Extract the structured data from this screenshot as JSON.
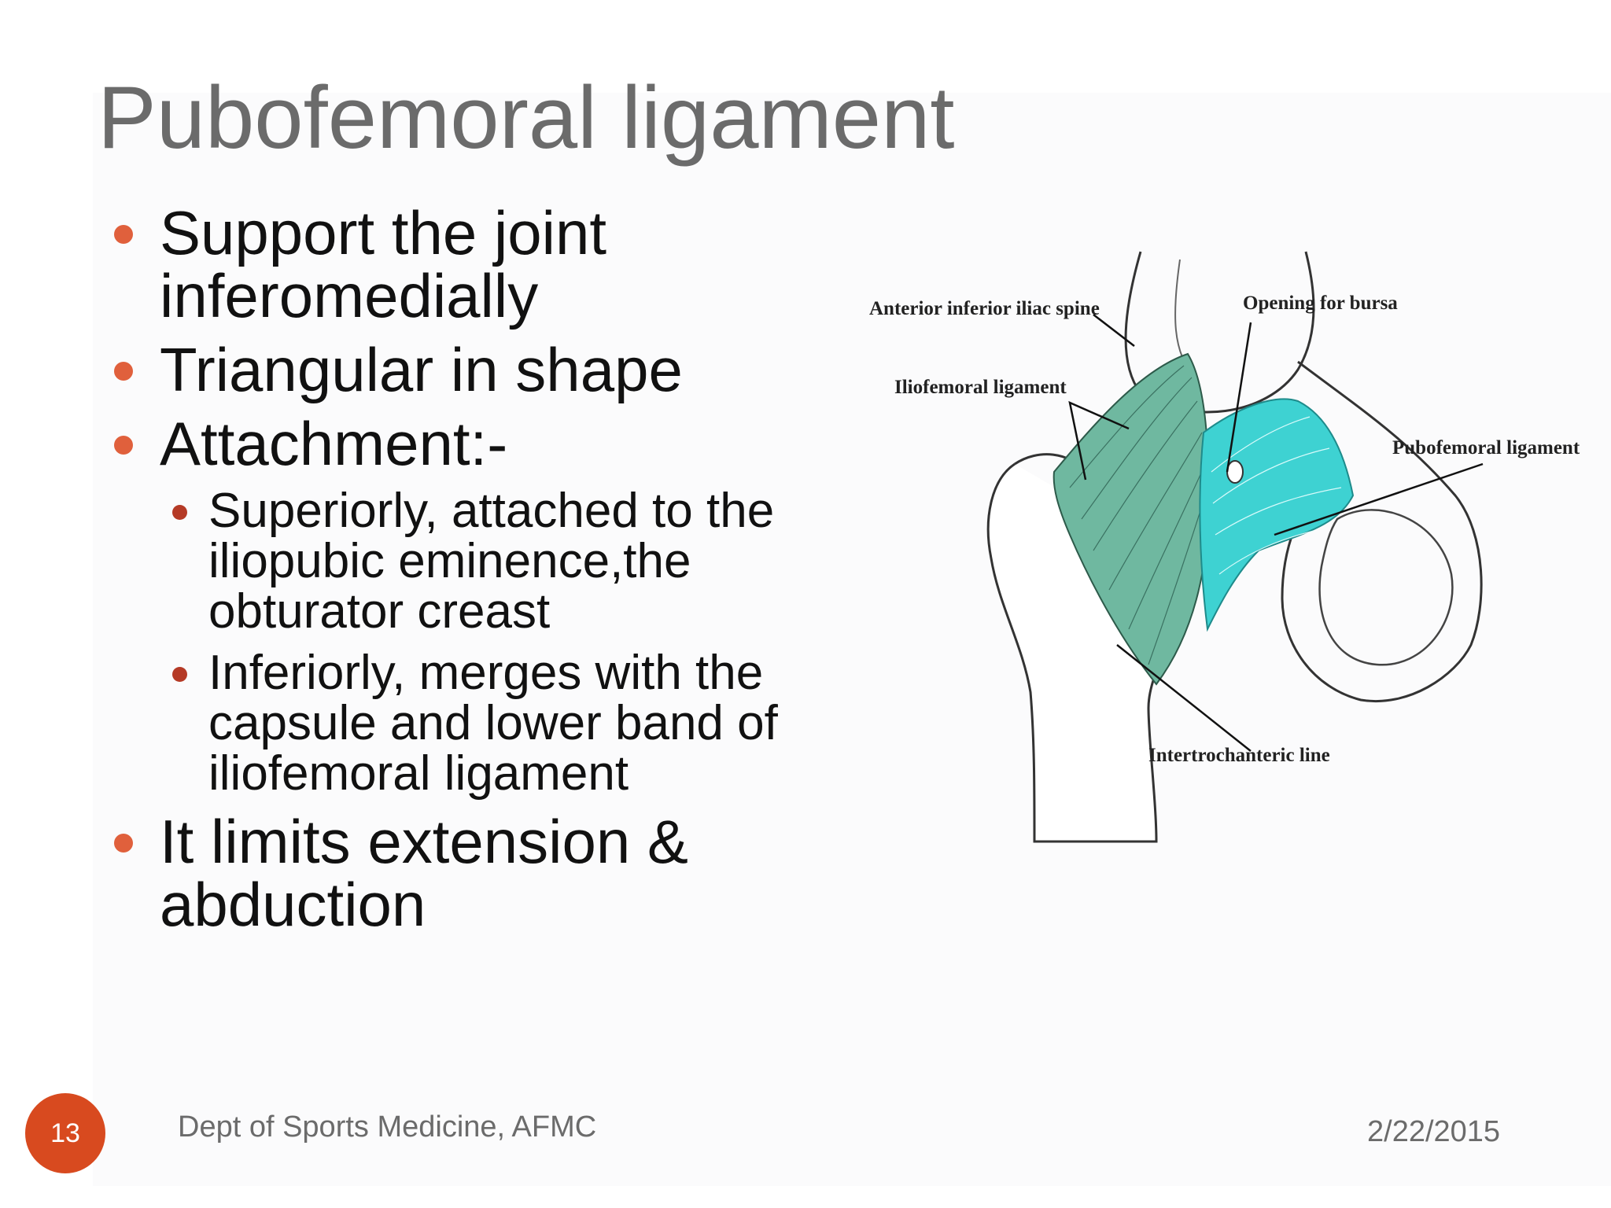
{
  "slide": {
    "title": "Pubofemoral ligament",
    "bullets": [
      {
        "text": "Support  the joint inferomedially"
      },
      {
        "text": "Triangular in shape"
      },
      {
        "text": "Attachment:-"
      }
    ],
    "sub_bullets": [
      {
        "text": "Superiorly, attached to the iliopubic eminence,the obturator creast"
      },
      {
        "text": "Inferiorly, merges with the capsule and lower band of iliofemoral ligament"
      }
    ],
    "last_bullet": {
      "text": "It limits extension & abduction"
    },
    "figure_labels": {
      "anterior_inferior_iliac_spine": "Anterior inferior iliac spine",
      "opening_for_bursa": "Opening for bursa",
      "iliofemoral_ligament": "Iliofemoral ligament",
      "pubofemoral_ligament": "Pubofemoral ligament",
      "intertrochanteric_line": "Intertrochanteric line"
    }
  },
  "footer": {
    "slide_number": "13",
    "department": "Dept of Sports Medicine, AFMC",
    "date": "2/22/2015"
  },
  "colors": {
    "title": "#6b6b6b",
    "bullet_accent": "#e0603c",
    "sub_bullet_accent": "#b53a26",
    "slide_number_circle": "#d84a1f",
    "iliofemoral_ligament_fill": "#6fb8a0",
    "pubofemoral_ligament_fill": "#3ed2d2"
  }
}
